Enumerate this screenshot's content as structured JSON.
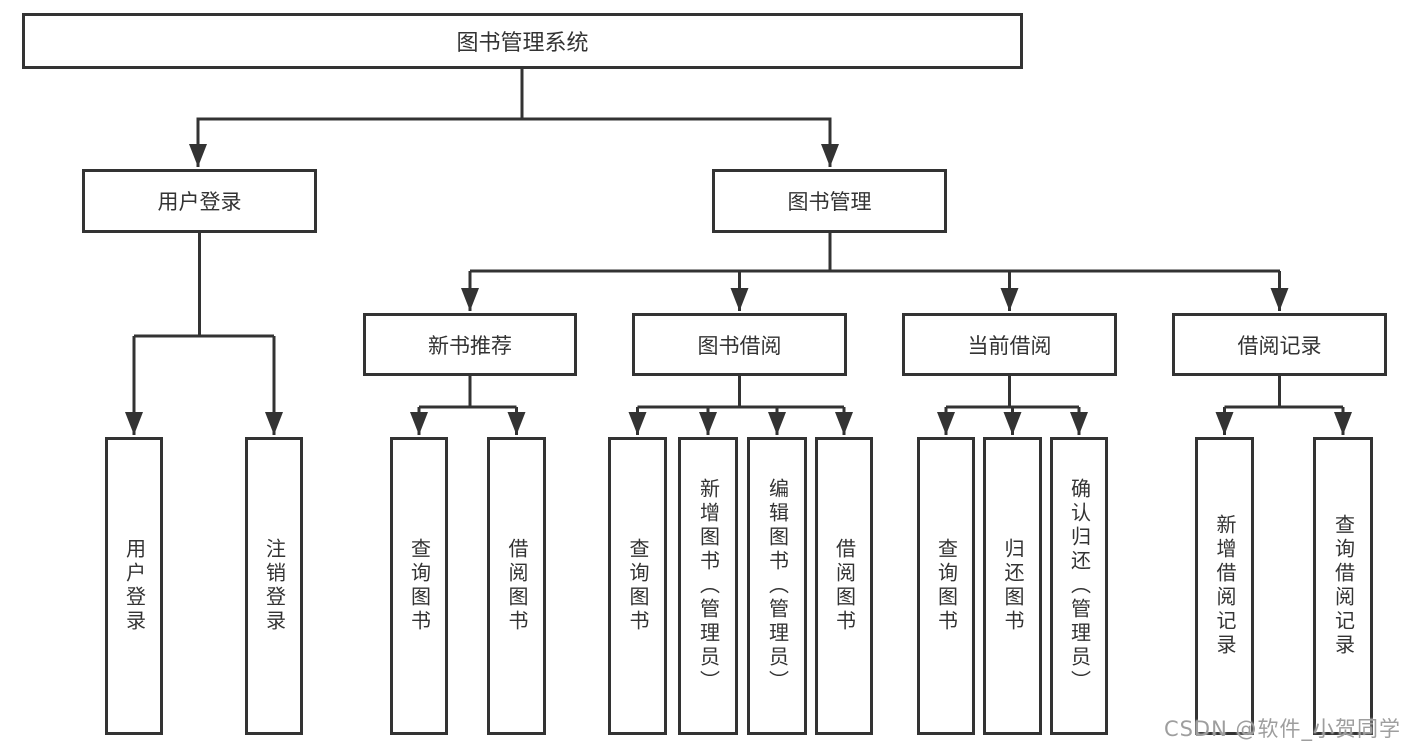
{
  "diagram": {
    "root": {
      "label": "图书管理系统"
    },
    "branches": [
      {
        "label": "用户登录",
        "leaves": [
          {
            "label": "用户登录"
          },
          {
            "label": "注销登录"
          }
        ]
      },
      {
        "label": "图书管理",
        "children": [
          {
            "label": "新书推荐",
            "leaves": [
              {
                "label": "查询图书"
              },
              {
                "label": "借阅图书"
              }
            ]
          },
          {
            "label": "图书借阅",
            "leaves": [
              {
                "label": "查询图书"
              },
              {
                "label": "新增图书（管理员）"
              },
              {
                "label": "编辑图书（管理员）"
              },
              {
                "label": "借阅图书"
              }
            ]
          },
          {
            "label": "当前借阅",
            "leaves": [
              {
                "label": "查询图书"
              },
              {
                "label": "归还图书"
              },
              {
                "label": "确认归还（管理员）"
              }
            ]
          },
          {
            "label": "借阅记录",
            "leaves": [
              {
                "label": "新增借阅记录"
              },
              {
                "label": "查询借阅记录"
              }
            ]
          }
        ]
      }
    ]
  },
  "watermark": {
    "text": "CSDN @软件_小贺同学"
  },
  "colors": {
    "line": "#333333",
    "text": "#333333",
    "bg": "#ffffff",
    "watermark": "#9e9e9e"
  }
}
